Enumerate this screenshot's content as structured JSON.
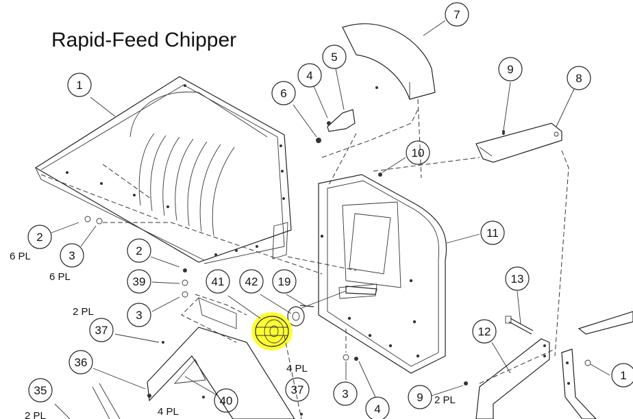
{
  "title": "Rapid-Feed Chipper",
  "highlight_color": "#ffff33",
  "balloons": [
    {
      "id": "b1",
      "label": "1"
    },
    {
      "id": "b2a",
      "label": "2"
    },
    {
      "id": "b3a",
      "label": "3"
    },
    {
      "id": "b2b",
      "label": "2"
    },
    {
      "id": "b39",
      "label": "39"
    },
    {
      "id": "b3b",
      "label": "3"
    },
    {
      "id": "b41",
      "label": "41"
    },
    {
      "id": "b42",
      "label": "42"
    },
    {
      "id": "b19",
      "label": "19"
    },
    {
      "id": "b37a",
      "label": "37"
    },
    {
      "id": "b36",
      "label": "36"
    },
    {
      "id": "b35",
      "label": "35"
    },
    {
      "id": "b40",
      "label": "40"
    },
    {
      "id": "b37b",
      "label": "37"
    },
    {
      "id": "b3c",
      "label": "3"
    },
    {
      "id": "b4a",
      "label": "4"
    },
    {
      "id": "b9a",
      "label": "9"
    },
    {
      "id": "b12",
      "label": "12"
    },
    {
      "id": "b13",
      "label": "13"
    },
    {
      "id": "b11",
      "label": "11"
    },
    {
      "id": "b10",
      "label": "10"
    },
    {
      "id": "b6",
      "label": "6"
    },
    {
      "id": "b4b",
      "label": "4"
    },
    {
      "id": "b5",
      "label": "5"
    },
    {
      "id": "b7",
      "label": "7"
    },
    {
      "id": "b9b",
      "label": "9"
    },
    {
      "id": "b8",
      "label": "8"
    },
    {
      "id": "b1x",
      "label": "1"
    }
  ],
  "quantities": [
    {
      "id": "q1",
      "text": "6 PL"
    },
    {
      "id": "q2",
      "text": "6 PL"
    },
    {
      "id": "q3",
      "text": "2 PL"
    },
    {
      "id": "q4",
      "text": "4 PL"
    },
    {
      "id": "q5",
      "text": "4 PL"
    },
    {
      "id": "q6",
      "text": "2 PL"
    },
    {
      "id": "q7",
      "text": "2 PL"
    }
  ]
}
